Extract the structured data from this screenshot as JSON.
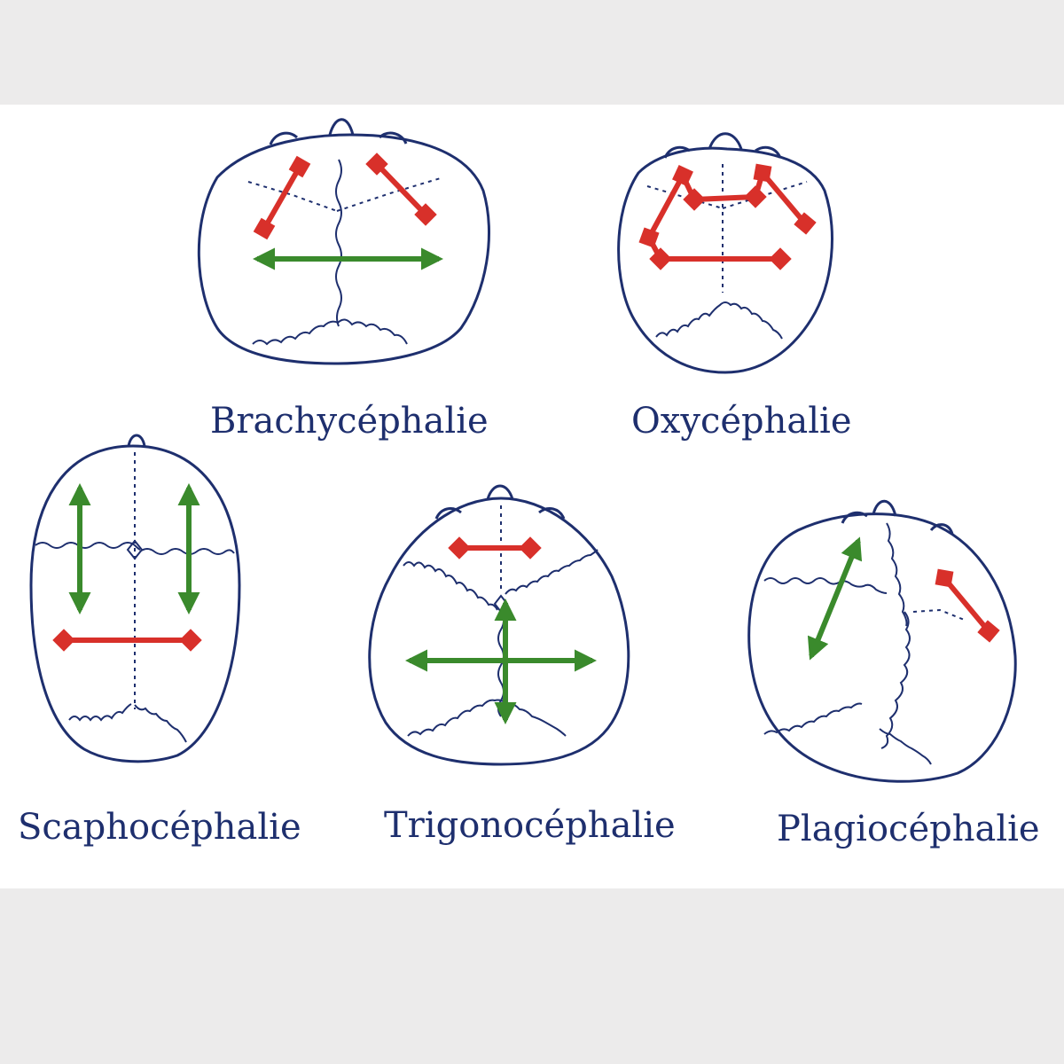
{
  "colors": {
    "outline": "#1e2f6e",
    "restriction": "#d8302a",
    "growth": "#3a8a2c",
    "background": "#ecebeb",
    "panel": "#ffffff"
  },
  "skulls": [
    {
      "id": "brachycephalie",
      "label": "Brachycéphalie"
    },
    {
      "id": "oxycephalie",
      "label": "Oxycéphalie"
    },
    {
      "id": "scaphocephalie",
      "label": "Scaphocéphalie"
    },
    {
      "id": "trigonocephalie",
      "label": "Trigonocéphalie"
    },
    {
      "id": "plagiocephalie",
      "label": "Plagiocéphalie"
    }
  ]
}
